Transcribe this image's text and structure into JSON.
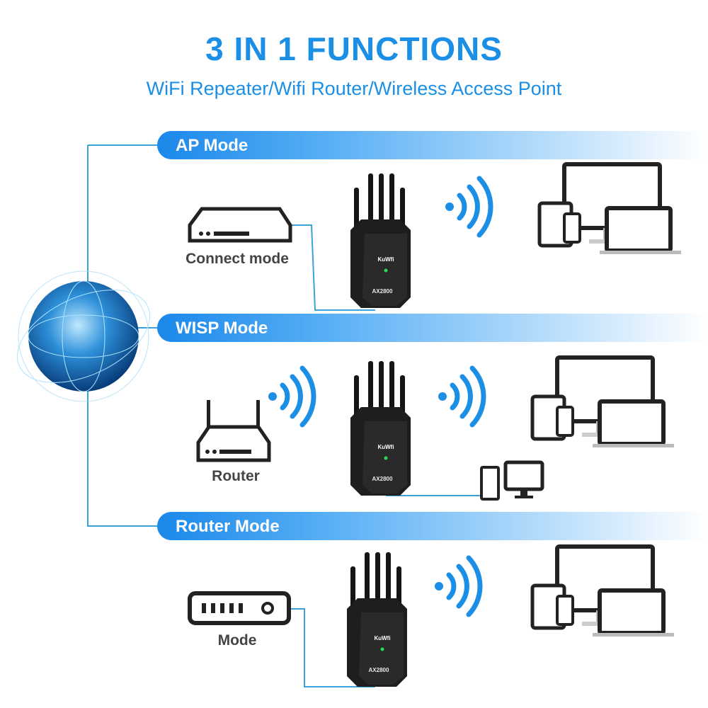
{
  "header": {
    "title": "3 IN 1 FUNCTIONS",
    "subtitle": "WiFi Repeater/Wifi Router/Wireless Access Point"
  },
  "modes": [
    {
      "label": "AP Mode",
      "source_label": "Connect mode"
    },
    {
      "label": "WISP Mode",
      "source_label": "Router"
    },
    {
      "label": "Router Mode",
      "source_label": "Mode"
    }
  ],
  "device": {
    "brand": "KuWfi",
    "model": "AX2800"
  },
  "colors": {
    "accent": "#1b8fe6",
    "device": "#1e1e1e",
    "line": "#3aa2d8"
  },
  "icons": [
    "globe-icon",
    "modem-icon",
    "router-icon",
    "repeater-icon",
    "wifi-signal-icon",
    "multi-device-icon",
    "desktop-pc-icon"
  ]
}
